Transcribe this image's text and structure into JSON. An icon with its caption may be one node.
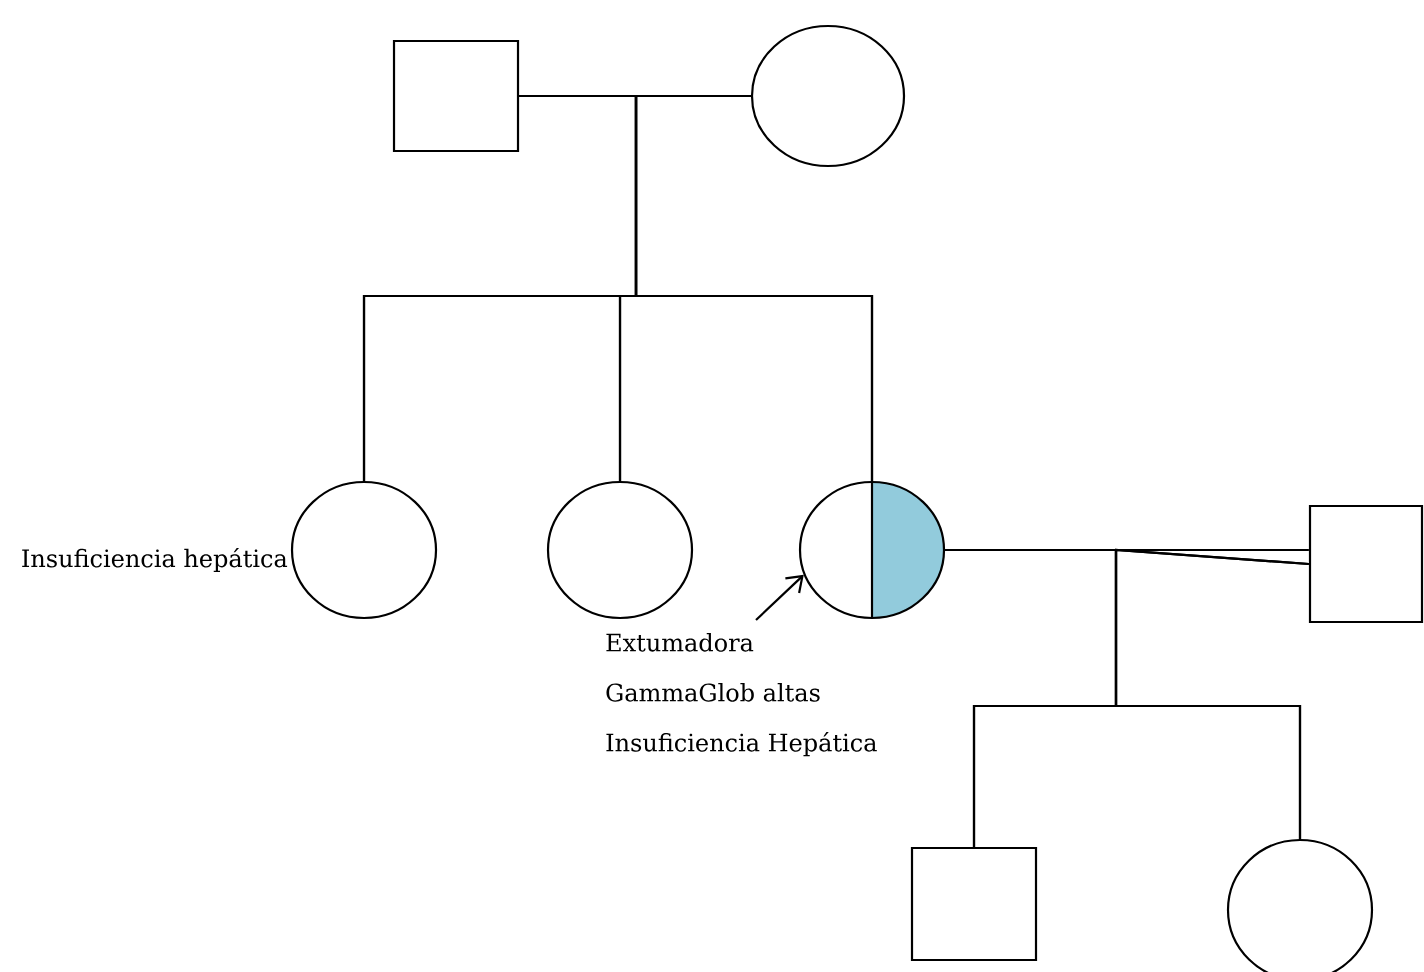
{
  "diagram": {
    "nodes": [
      {
        "text": [],
        "shape": "box"
      },
      {
        "text": [],
        "shape": "circle"
      },
      {
        "text": [],
        "shape": "circle",
        "beside": [
          "Insuficiencia hepática"
        ]
      },
      {
        "text": [],
        "shape": "circle"
      },
      {
        "text": [],
        "shape": "circle"
      },
      {
        "text": [],
        "shape": "box"
      },
      {
        "text": [],
        "shape": "box"
      },
      {
        "text": [],
        "shape": "circle"
      },
      {
        "text": [
          "Extumadora",
          "GammaGlob altas",
          "Insuficiencia Hepática"
        ]
      }
    ],
    "edges": [
      {
        "from": 0,
        "to": 1,
        "arrow": "none"
      },
      {
        "from": 0,
        "to": 2,
        "arrow": "none"
      },
      {
        "from": 0,
        "to": 3,
        "arrow": "none"
      },
      {
        "from": 0,
        "to": 4,
        "arrow": "none"
      },
      {
        "from": 1,
        "to": 2,
        "arrow": "none"
      },
      {
        "from": 1,
        "to": 3,
        "arrow": "none"
      },
      {
        "from": 1,
        "to": 4,
        "arrow": "none"
      },
      {
        "from": 4,
        "to": 5,
        "arrow": "none"
      },
      {
        "from": 4,
        "to": 6,
        "arrow": "none"
      },
      {
        "from": 4,
        "to": 7,
        "arrow": "none"
      },
      {
        "from": 5,
        "to": 6,
        "arrow": "none"
      },
      {
        "from": 5,
        "to": 7,
        "arrow": "none"
      },
      {
        "from": 8,
        "to": 4,
        "arrow": "to"
      }
    ]
  }
}
